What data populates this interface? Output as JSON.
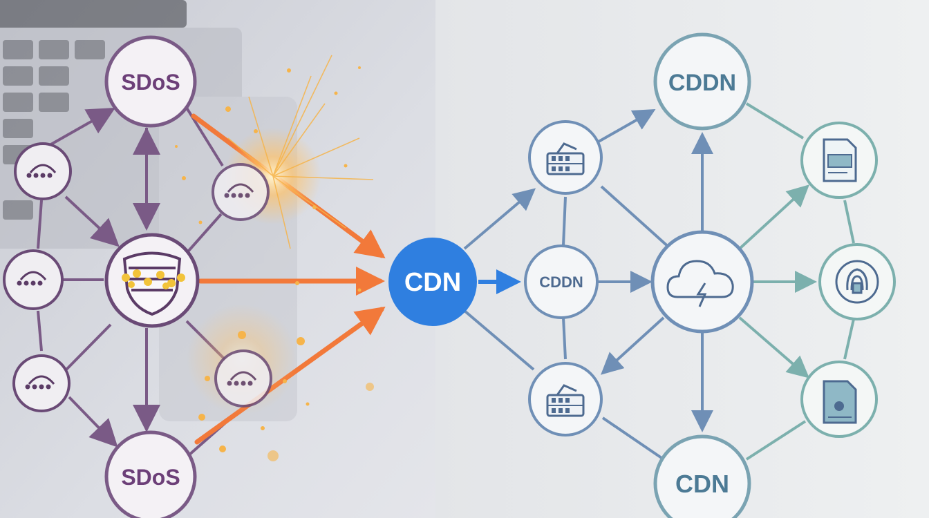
{
  "colors": {
    "left_panel": "#d9dbe2",
    "right_panel": "#eceef0",
    "purple": "#7a5a86",
    "orange": "#f2793a",
    "cdn_hub": "#2f7fe0",
    "blue": "#6f8fb6",
    "teal": "#7cb0ad",
    "spark": "#f6b44a"
  },
  "attack_side": {
    "top_node_label": "SDoS",
    "bottom_node_label": "SDoS",
    "center_icon": "shield-icon",
    "client_icon": "router-icon"
  },
  "hub": {
    "label": "CDN"
  },
  "cdn_side": {
    "top_label": "CDDN",
    "mid_left_label": "CDDN",
    "bottom_label": "CDN",
    "center_icon": "cloud-icon",
    "server_icon": "server-icon",
    "file_icon": "document-icon",
    "fingerprint_icon": "fingerprint-icon"
  }
}
